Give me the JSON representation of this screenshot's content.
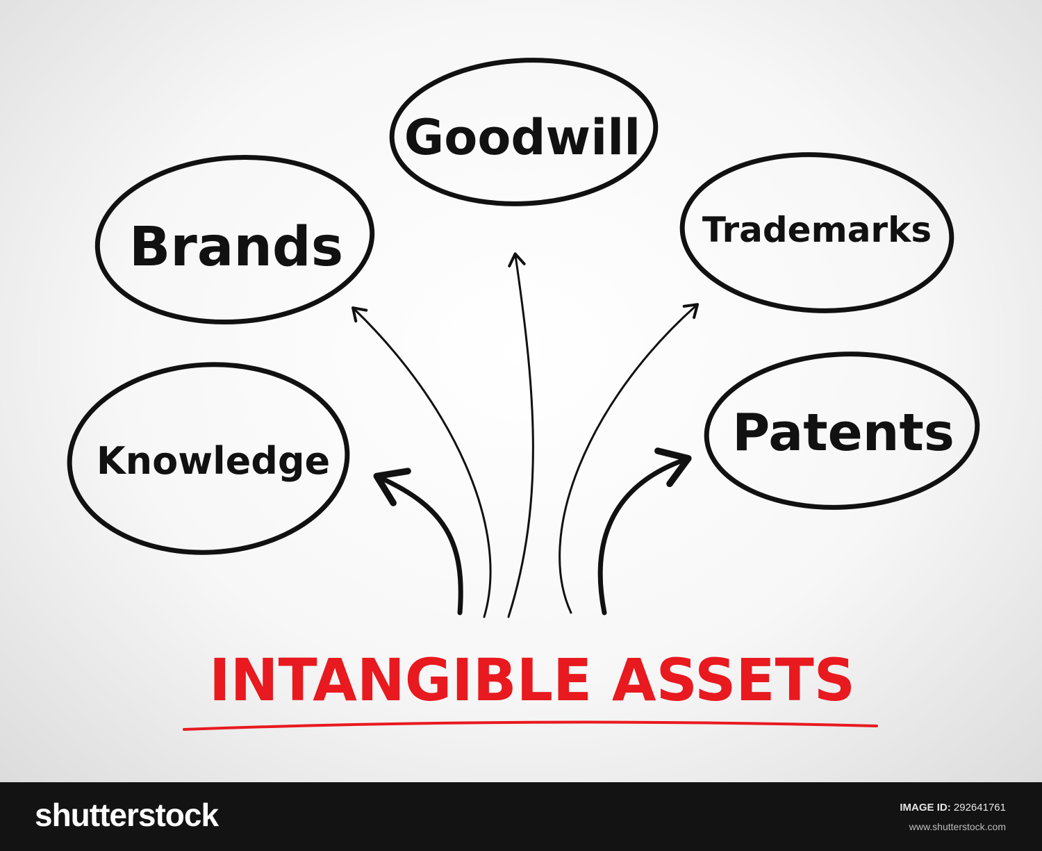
{
  "diagram": {
    "title": "INTANGIBLE ASSETS",
    "nodes": {
      "goodwill": "Goodwill",
      "brands": "Brands",
      "trademarks": "Trademarks",
      "knowledge": "Knowledge",
      "patents": "Patents"
    }
  },
  "footer": {
    "logo_text": "shutterstock",
    "image_id_label": "IMAGE ID:",
    "image_id_value": "292641761",
    "site": "www.shutterstock.com"
  },
  "colors": {
    "title": "#e8191f",
    "ink": "#111111",
    "footer_bg": "#131313"
  }
}
